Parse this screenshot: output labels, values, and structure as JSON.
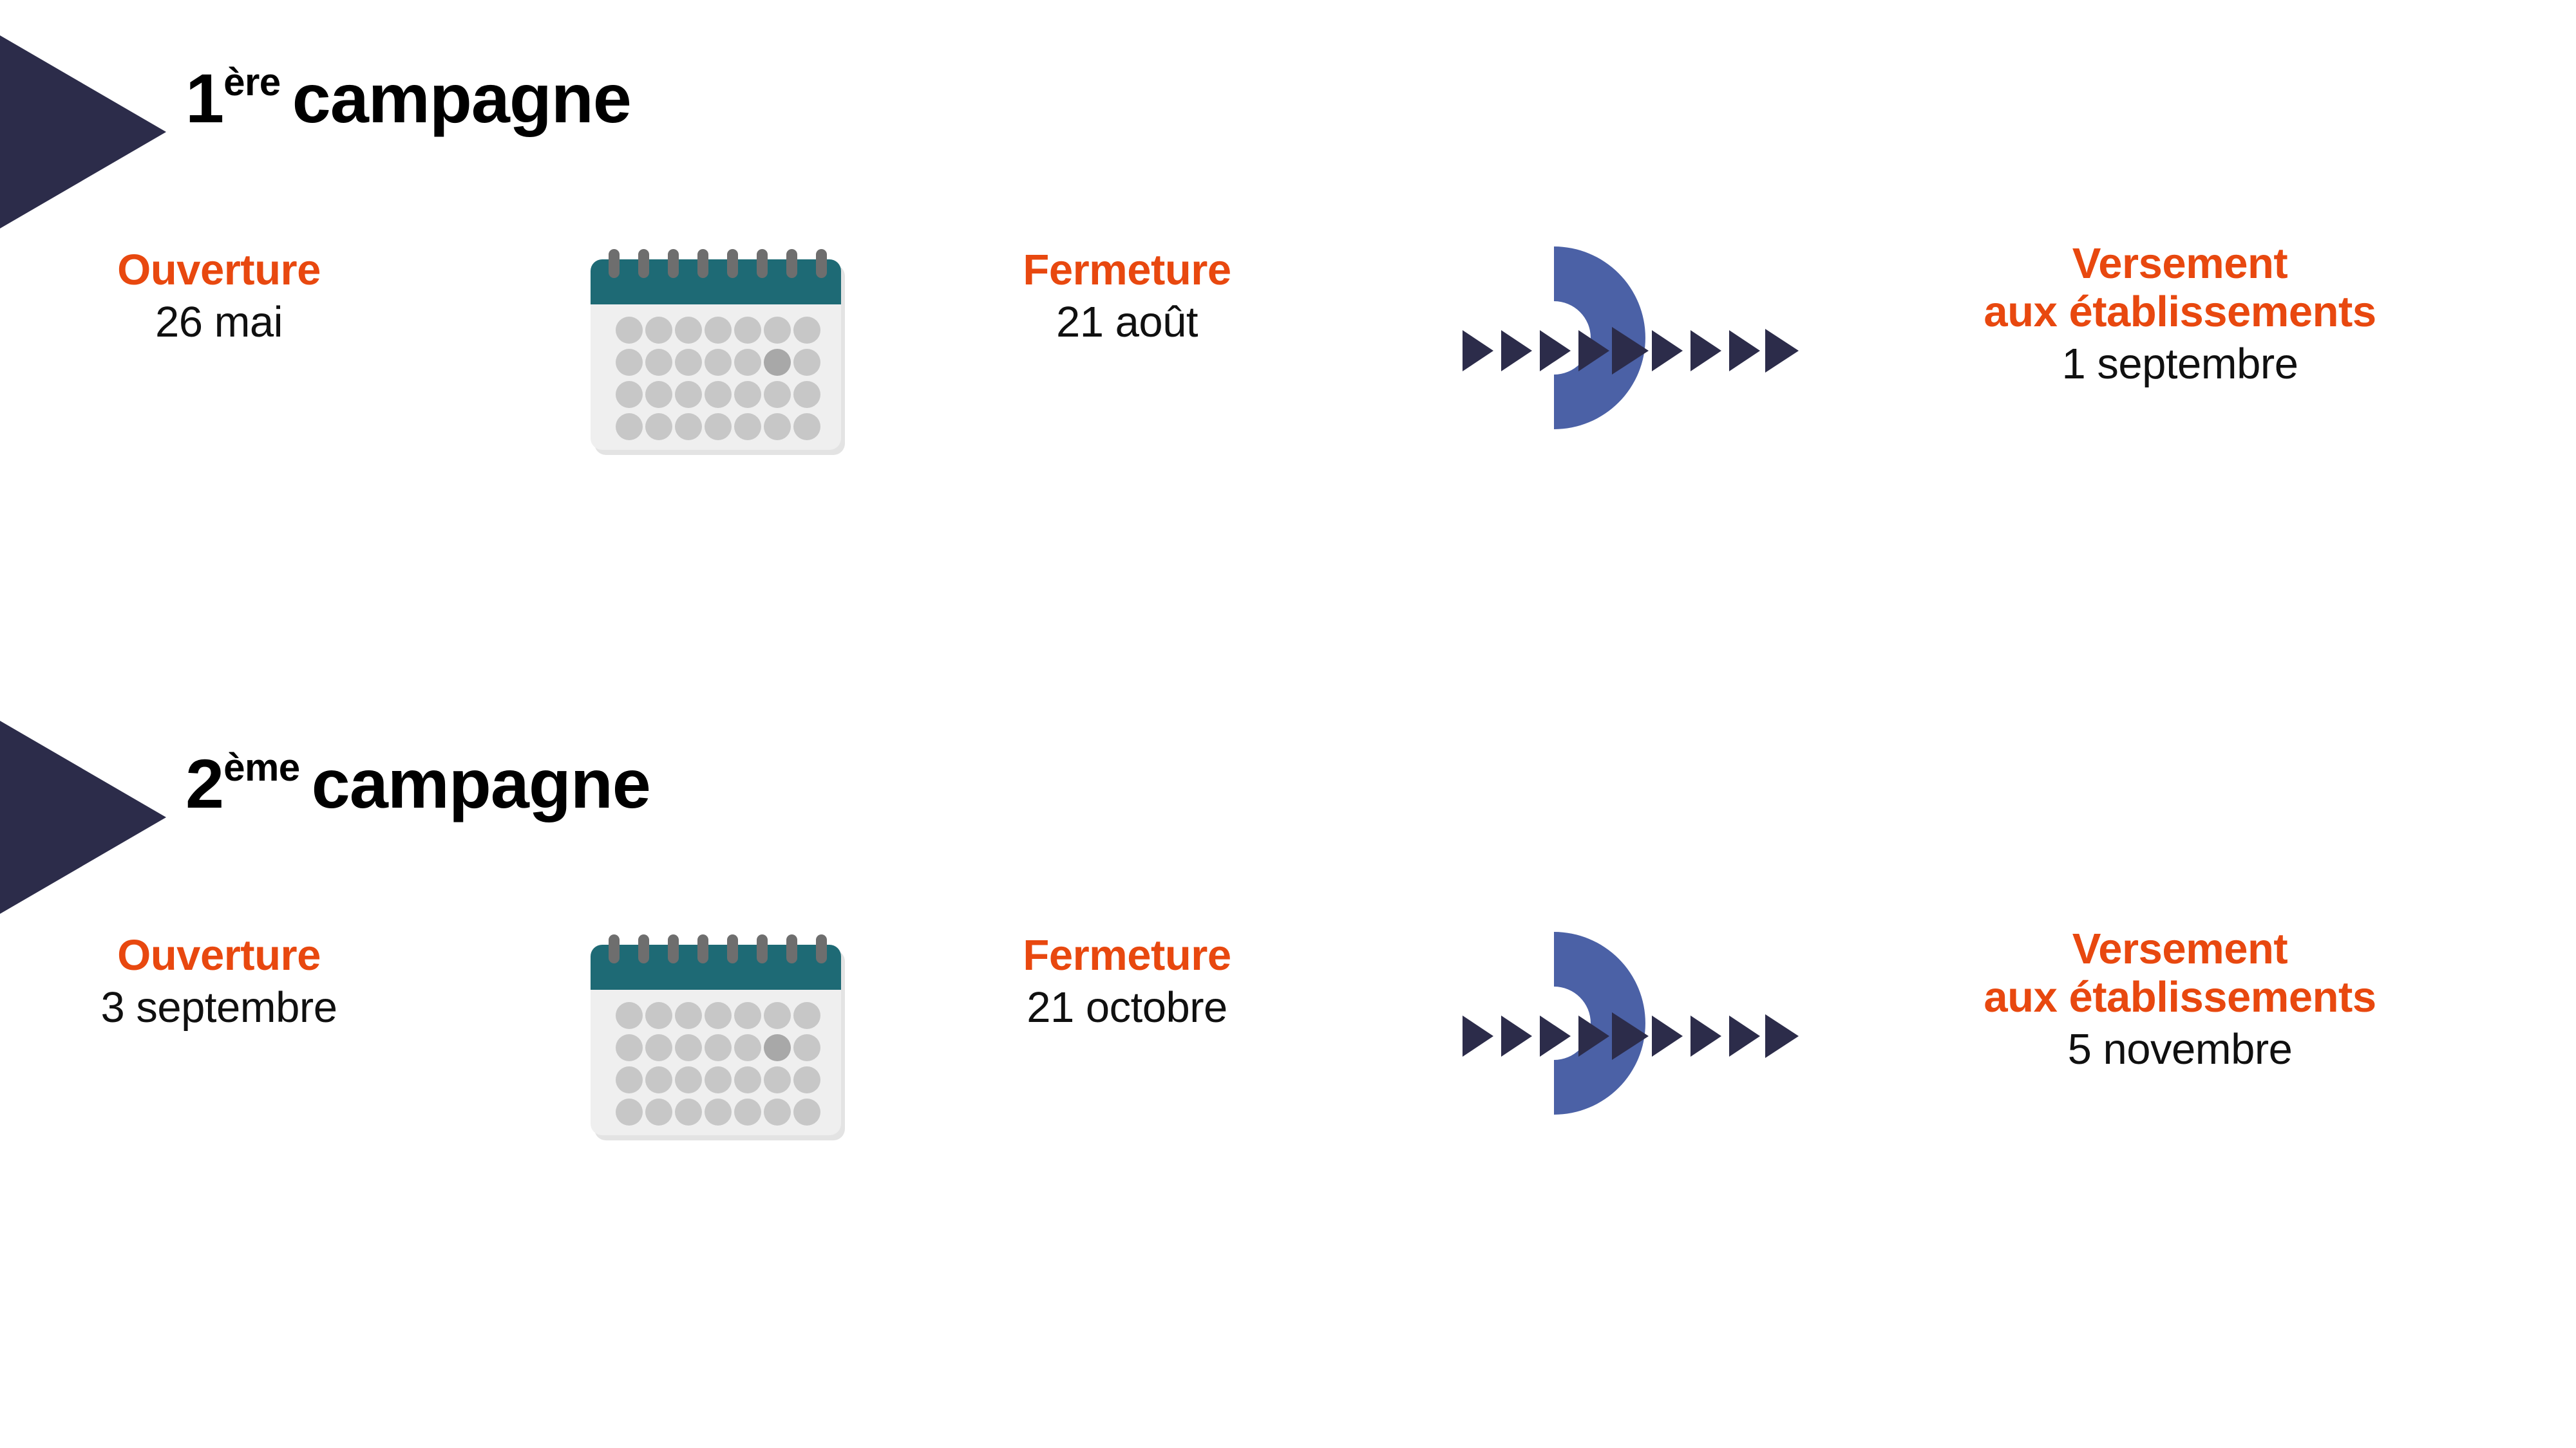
{
  "colors": {
    "navy": "#2C2C4A",
    "orange": "#E8480F",
    "blue_arc": "#4B61A6",
    "calendar_teal": "#1E6A75",
    "calendar_body": "#EFEFEF",
    "calendar_dot": "#C7C7C7",
    "calendar_dot_active": "#A8A8A8",
    "calendar_ring": "#6E6E6E",
    "text_black": "#101010",
    "background": "#FFFFFF"
  },
  "sections": [
    {
      "heading": {
        "number": "1",
        "ordinal": "ère",
        "word": "campagne"
      },
      "steps": [
        {
          "title": "Ouverture",
          "date": "26 mai"
        },
        {
          "title": "Fermeture",
          "date": "21 août"
        },
        {
          "title": "Versement",
          "title2": "aux établissements",
          "date": "1 septembre"
        }
      ],
      "icons": {
        "calendar": "calendar-icon",
        "arrows": "forward-arrows-icon"
      }
    },
    {
      "heading": {
        "number": "2",
        "ordinal": "ème",
        "word": "campagne"
      },
      "steps": [
        {
          "title": "Ouverture",
          "date": "3 septembre"
        },
        {
          "title": "Fermeture",
          "date": "21 octobre"
        },
        {
          "title": "Versement",
          "title2": "aux établissements",
          "date": "5 novembre"
        }
      ],
      "icons": {
        "calendar": "calendar-icon",
        "arrows": "forward-arrows-icon"
      }
    }
  ]
}
